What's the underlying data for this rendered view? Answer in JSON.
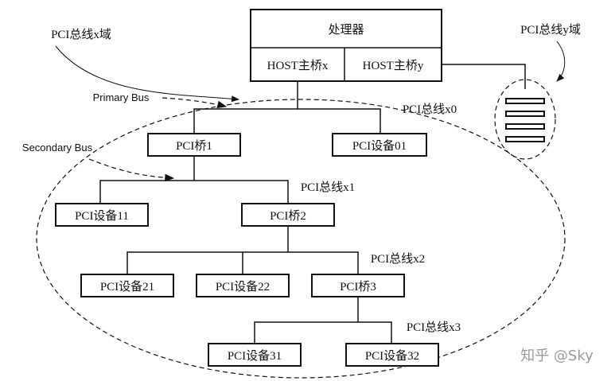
{
  "processor": {
    "title": "处理器",
    "host_x": "HOST主桥x",
    "host_y": "HOST主桥y"
  },
  "domains": {
    "x_domain_label": "PCI总线x域",
    "y_domain_label": "PCI总线y域"
  },
  "buses": {
    "primary": "Primary Bus",
    "secondary": "Secondary Bus",
    "x0": "PCI总线x0",
    "x1": "PCI总线x1",
    "x2": "PCI总线x2",
    "x3": "PCI总线x3"
  },
  "nodes": {
    "bridge1": "PCI桥1",
    "bridge2": "PCI桥2",
    "bridge3": "PCI桥3",
    "dev01": "PCI设备01",
    "dev11": "PCI设备11",
    "dev21": "PCI设备21",
    "dev22": "PCI设备22",
    "dev31": "PCI设备31",
    "dev32": "PCI设备32"
  },
  "watermark": "知乎 @Sky"
}
